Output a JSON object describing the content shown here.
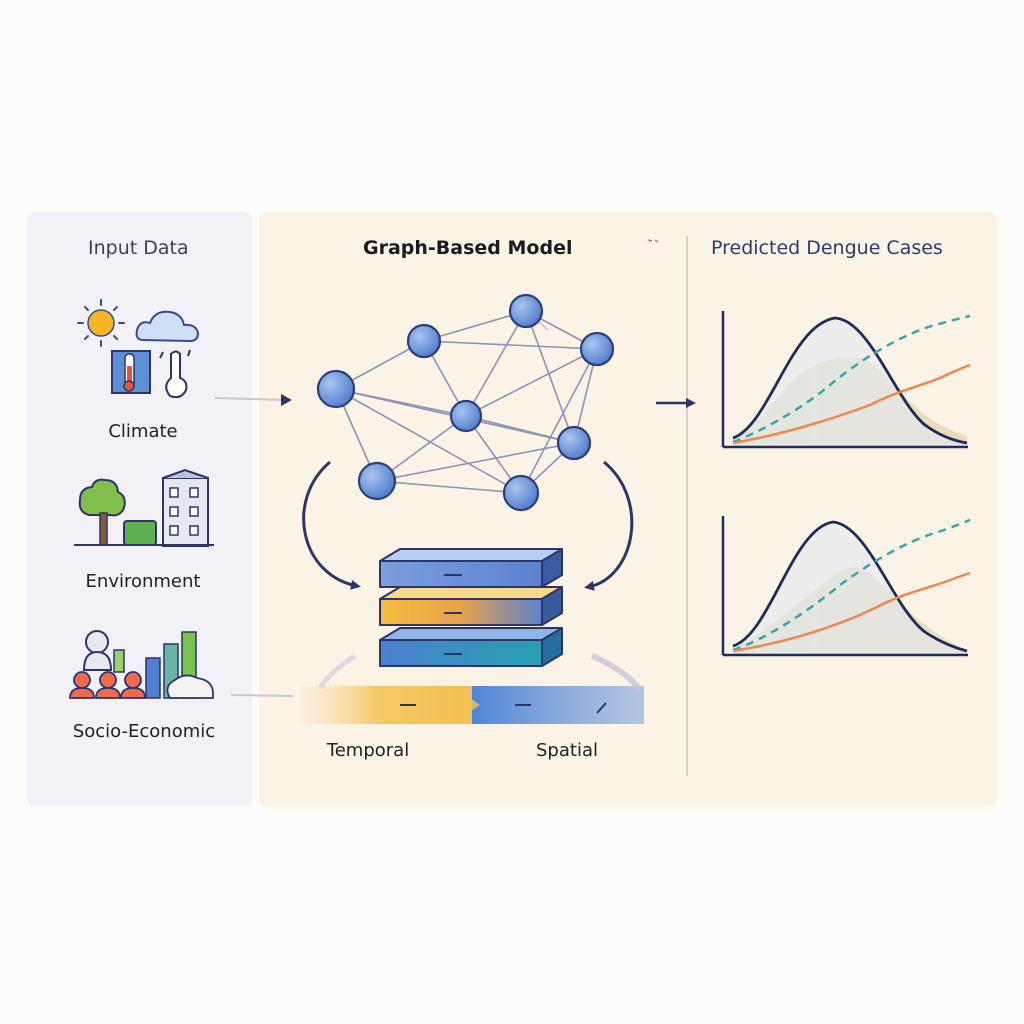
{
  "input": {
    "title": "Input Data",
    "items": [
      {
        "label": "Climate"
      },
      {
        "label": "Environment"
      },
      {
        "label": "Socio-Economic"
      }
    ]
  },
  "model": {
    "title": "Graph-Based Model",
    "stack_labels": {
      "temporal": "Temporal",
      "spatial": "Spatial"
    }
  },
  "output": {
    "title": "Predicted Dengue Cases"
  },
  "colors": {
    "node": "#5a88d0",
    "arrow": "#2e3566",
    "curve_dark": "#1f2a5e",
    "curve_teal": "#3aa5a8",
    "curve_orange": "#f0874c",
    "fill_green": "#cfd6a6"
  }
}
